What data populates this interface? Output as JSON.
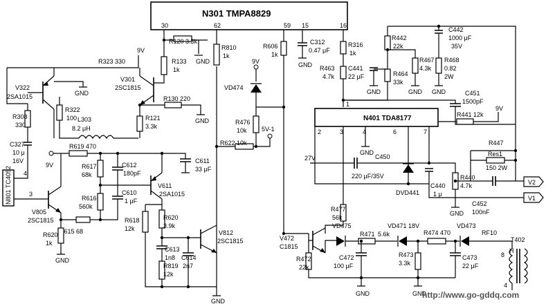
{
  "ics": {
    "n301": {
      "label": "N301  TMPA8829",
      "pins": [
        "30",
        "62",
        "59",
        "15",
        "16"
      ]
    },
    "n401": {
      "label": "N401  TDA8177",
      "pins": [
        "1",
        "2",
        "3",
        "4",
        "6",
        "7"
      ]
    },
    "n801": {
      "label": "N801 TC4052",
      "pins": [
        "4",
        "3"
      ]
    }
  },
  "resistors": {
    "r120": "R120  3.3k",
    "r133": "R133",
    "r133v": "1k",
    "r810": "R810",
    "r810v": "1k",
    "r606": "R606",
    "r606v": "1k",
    "r316": "R316",
    "r316v": "1k",
    "r463": "R463",
    "r463v": "4.7k",
    "r442": "R442",
    "r442v": "22k",
    "r464": "R464",
    "r464v": "33k",
    "r467": "R467",
    "r467v": "4.3k",
    "r468": "R468",
    "r468v": "0.82",
    "r468w": "2W",
    "r323": "R323  330",
    "r322": "R322",
    "r322v": "100",
    "r308": "R308",
    "r308v": "330",
    "r130": "R130  220",
    "r121": "R121",
    "r121v": "3.3k",
    "r476": "R476",
    "r476v": "10k",
    "r622": "R622  10k",
    "r619": "R619  470",
    "r617": "R617",
    "r617v": "68k",
    "r616": "R616",
    "r616v": "560k",
    "r615": "R615  68",
    "r620a": "R620",
    "r620av": "1k",
    "r618": "R618",
    "r618v": "12k",
    "r620b": "R620",
    "r620bv": "3.9k",
    "r819": "R819",
    "r819v": "12k",
    "r441": "R441  12k",
    "r447": "R447",
    "res1": "Res1",
    "res1v": "150  2W",
    "r440": "R440",
    "r440v": "4.7k",
    "r477": "R477",
    "r477v": "56k",
    "r471": "R471",
    "r471v": "5.6k",
    "r474": "R474  470",
    "r473": "R473",
    "r473v": "3.3k",
    "r472": "R472",
    "r472v": "22k",
    "rf10": "RF10"
  },
  "capacitors": {
    "c312": "C312",
    "c312v": "0.47 μF",
    "c441": "C441",
    "c441v": "22 μF",
    "c442": "C442",
    "c442v": "1000 μF",
    "c442w": "35V",
    "c451": "C451",
    "c451v": "1500pF",
    "c327": "C327",
    "c327v": "10 μ",
    "c327w": "16V",
    "c612": "C612",
    "c612v": "180pF",
    "c610": "C610",
    "c610v": "1 μF",
    "c611": "C611",
    "c611v": "33 μF",
    "c613": "C613",
    "c613v": "1n8",
    "c614": "C614",
    "c614v": "2n7",
    "c450": "C450",
    "c450v": "220 μF/35V",
    "c440": "C440",
    "c440v": "1 μ",
    "c452": "C452",
    "c452v": "100nF",
    "c472": "C472",
    "c472v": "100 μF",
    "c473": "C473",
    "c473v": "22 μF"
  },
  "semis": {
    "v322": "V322",
    "v322t": "2SA1015",
    "v301": "V301",
    "v301t": "2SC1815",
    "v805": "V805",
    "v805t": "2SC1815",
    "v611": "V611",
    "v611t": "2SA1015",
    "v812": "V812",
    "v812t": "2SC1815",
    "v472": "V472",
    "v472t": "C1815",
    "vd474": "VD474",
    "vd475": "VD475",
    "vd471": "VD471  18V",
    "vd473": "VD473",
    "dvd441": "DVD441"
  },
  "inductors": {
    "l303": "L303",
    "l303v": "8.2 μH",
    "t402": "T402",
    "t402p": "8",
    "t402s": "4"
  },
  "supplies": {
    "v9": "9V",
    "v27": "27V",
    "v5": "5V-1",
    "gnd": "GND"
  },
  "outputs": {
    "v1": "V1",
    "v2": "V2"
  },
  "watermark": "http://www.go-gddq.com"
}
